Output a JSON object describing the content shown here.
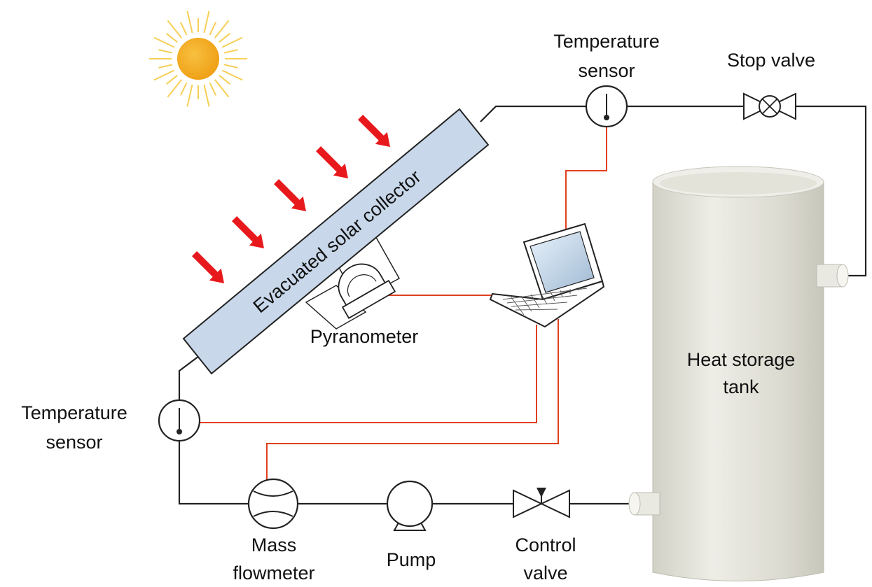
{
  "labels": {
    "collector": "Evacuated solar collector",
    "pyranometer": "Pyranometer",
    "temp_sensor_top_1": "Temperature",
    "temp_sensor_top_2": "sensor",
    "stop_valve": "Stop valve",
    "tank_1": "Heat storage",
    "tank_2": "tank",
    "temp_sensor_left_1": "Temperature",
    "temp_sensor_left_2": "sensor",
    "mass_flowmeter_1": "Mass",
    "mass_flowmeter_2": "flowmeter",
    "pump": "Pump",
    "control_valve_1": "Control",
    "control_valve_2": "valve"
  },
  "colors": {
    "pipe": "#222222",
    "signal_wire": "#e0401e",
    "sun": "#f2a516",
    "sun_rays": "#f6cf55",
    "radiation_arrow": "#e8191c",
    "collector_fill": "#c8d8ea",
    "tank_fill": "#deddd3"
  }
}
